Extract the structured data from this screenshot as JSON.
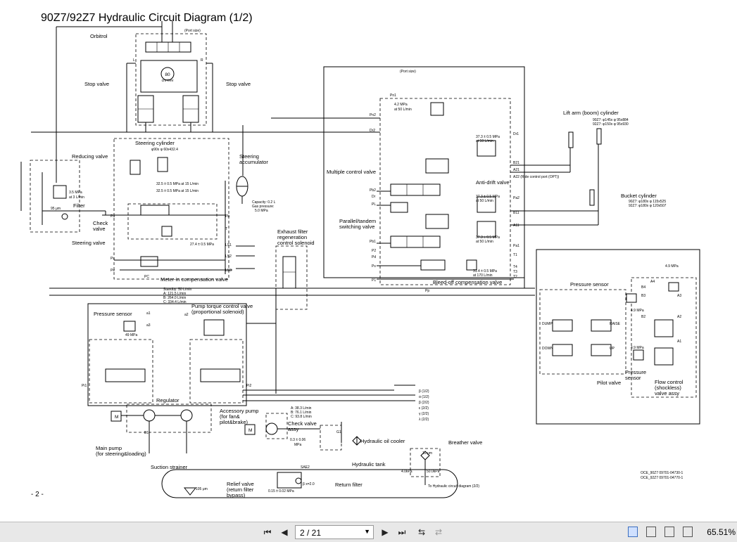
{
  "page": {
    "title": "90Z7/92Z7 Hydraulic Circuit Diagram (1/2)",
    "page_mark": "- 2 -",
    "doc_codes": [
      "OCE_90Z7 09701-04730-1",
      "OCE_92Z7 09701-04770-1"
    ]
  },
  "components": {
    "orbitrol": "Orbitrol",
    "stop_valve_left": "Stop valve",
    "stop_valve_right": "Stop valve",
    "reducing_valve": "Reducing valve",
    "reducing_spec": "3.5 MPa",
    "reducing_flow": "at 3 L/min",
    "filter": "Filter",
    "filter_mesh": "95 μm",
    "check_valve_l1": "Check",
    "check_valve_l2": "valve",
    "steering_cylinder": "Steering cylinder",
    "steering_cyl_spec": "φ90x φ 60x432.4",
    "steering_accumulator_l1": "Steering",
    "steering_accumulator_l2": "accumulator",
    "accum_capacity": "Capacity: 0.2 L",
    "accum_gas": "Gas pressure:",
    "accum_gas_val": "5.0 MPa",
    "steering_valve": "Steering valve",
    "meter_in": "Meter-in compensation valve",
    "spec_32_5a": "32.5 ± 0.5 MPa at 15 L/min",
    "spec_32_5b": "32.5 ± 0.5 MPa at 15 L/min",
    "spec_27_4": "27.4 ± 0.5 MPa",
    "exhaust_filter_l1": "Exhaust filter",
    "exhaust_filter_l2": "regeneration",
    "exhaust_filter_l3": "control solenoid",
    "multiple_control_valve": "Multiple control valve",
    "anti_drift": "Anti-drift valve",
    "parallel_l1": "Parallel/tandem",
    "parallel_l2": "switching valve",
    "bleed_off": "Bleed-off compensation valve",
    "spec_4_2": "4.2 MPa",
    "spec_4_2b": "at 50 L/min",
    "spec_37_3a": "37.3 ± 0.5 MPa",
    "spec_37_3a_f": "at 50 L/min",
    "spec_37_3b": "37.3 ± 0.5 MPa",
    "spec_37_3b_f": "at 50 L/min",
    "spec_37_3c": "37.3 ± 0.5 MPa",
    "spec_37_3c_f": "at 50 L/min",
    "spec_31_4": "31.4 ± 0.5 MPa",
    "spec_31_4_f": "at 170 L/min",
    "lift_arm": "Lift arm (boom) cylinder",
    "lift_arm_s1": "90Z7: φ145x φ 95x884",
    "lift_arm_s2": "92Z7: φ150x φ 95x930",
    "bucket_cyl": "Bucket cylinder",
    "bucket_s1": "90Z7: φ180x φ 115x525",
    "bucket_s2": "92Z7: φ180x φ 120x507",
    "ride_control": "A22 (Ride control port (OPT))",
    "pressure_sensor_r": "Pressure sensor",
    "pressure_sensor_l": "Pressure sensor",
    "pressure_sensor_b1": "Pressure",
    "pressure_sensor_b2": "sensor",
    "spec_4_9a": "4.9 MPa",
    "spec_4_9b": "4.9 MPa",
    "spec_4_9c": "4.9 MPa",
    "spec_49": "49 MPa",
    "pilot_valve": "Pilot valve",
    "flow_control_l1": "Flow control",
    "flow_control_l2": "(shockless)",
    "flow_control_l3": "valve assy",
    "pump_torque_l1": "Pump torque control valve",
    "pump_torque_l2": "(proportional solenoid)",
    "standby_l1": "Standby: 50 L/min",
    "standby_l2": "A: 121.5 L/min",
    "standby_l3": "B: 264.0 L/min",
    "standby_l4": "C: 334.4 L/min",
    "regulator": "Regulator",
    "main_pump_l1": "Main pump",
    "main_pump_l2": "(for steering&loading)",
    "accessory_pump_l1": "Accessory pump",
    "accessory_pump_l2": "(for fan&",
    "accessory_pump_l3": "pilot&brake)",
    "acc_flow_l1": "A: 38.3 L/min",
    "acc_flow_l2": "B: 76.1 L/min",
    "acc_flow_l3": "C: 93.8 L/min",
    "check_valve_assy_l1": "Check valve",
    "check_valve_assy_l2": "assy",
    "check_spec_l1": "0.3 ± 0.06",
    "check_spec_l2": "MPa",
    "oil_cooler": "Hydraulic oil cooler",
    "breather": "Breather valve",
    "breather_mesh": "10 μm",
    "breather_p1": "4.0kPa",
    "breather_p2": "50.0kPa",
    "hydraulic_tank": "Hydraulic tank",
    "suction_strainer": "Suction strainer",
    "strainer_mesh": "105 μm",
    "relief_l1": "Relief valve",
    "relief_l2": "(return filter",
    "relief_l3": "bypass)",
    "relief_spec": "0.15 ± 0.02 MPa",
    "return_filter": "Return filter",
    "return_beta": "β x=2.0",
    "to_diagram": "To Hydraulic circuit diagram (2/2)",
    "sae2": "SAE2",
    "port_size": "(Port size)"
  },
  "ports": {
    "pn1": "Pn1",
    "pn2": "Pn2",
    "dr1": "Dr1",
    "dr2": "Dr2",
    "dr": "Dr",
    "b21": "B21",
    "a21": "A21",
    "pb2": "Pb2",
    "pa2": "Pa2",
    "pl": "PL",
    "b11": "B11",
    "a11": "A11",
    "pb1": "Pb1",
    "pa1": "Pa1",
    "p2": "P2",
    "pd": "Pd",
    "ps": "Ps",
    "p1": "P1",
    "t1": "T1",
    "t4": "T4",
    "t3": "T3",
    "t2": "T2",
    "pp": "Pp",
    "pa": "Pa",
    "pb": "Pb",
    "t": "T",
    "ls1": "LS1",
    "ls2": "LS2",
    "ls3": "LS3",
    "pc": "PC",
    "pe": "Pe",
    "pi1": "Pi1",
    "pi2": "Pi2",
    "a1": "a1",
    "a2": "a2",
    "a3": "a3",
    "b1": "B1",
    "dump": "DUMP",
    "raise": "RAISE",
    "down": "DOWN",
    "up": "UP",
    "b4": "B4",
    "a4": "A4",
    "b3": "B3",
    "a3p": "A3",
    "b2": "B2",
    "a2p": "A2",
    "a1p": "A1",
    "lp": "L",
    "rp": "R",
    "sig1": "β (1/2)",
    "sig2": "α (1/2)",
    "sig3": "β (2/2)",
    "sig4": "ε (2/2)",
    "sig5": "γ (2/2)",
    "sig6": "λ (2/2)",
    "g1": "G1",
    "orbitrol_flow": "80",
    "orbitrol_unit": "cm³/rev"
  },
  "viewer": {
    "page_value": "2 / 21",
    "zoom": "65.51%"
  }
}
